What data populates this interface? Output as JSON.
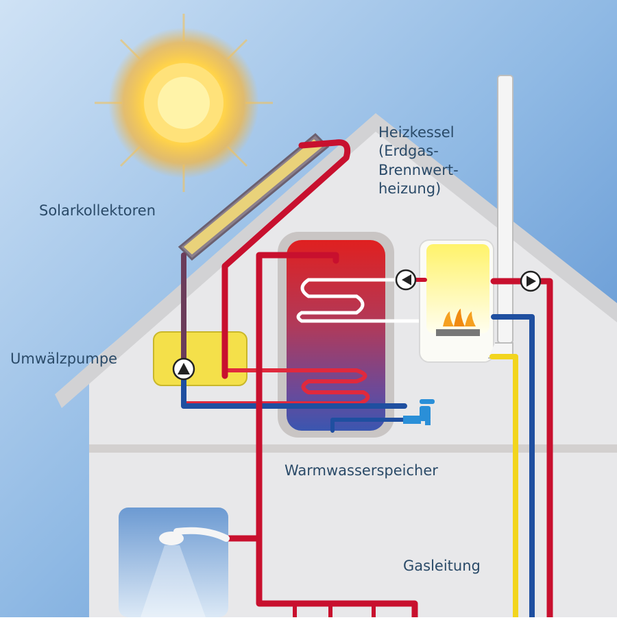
{
  "labels": {
    "solar": "Solarkollektoren",
    "boiler": [
      "Heizkessel",
      "(Erdgas-",
      "Brennwert-",
      "heizung)"
    ],
    "pump": "Umwälzpumpe",
    "tank": "Warmwasserspeicher",
    "gas": "Gasleitung"
  },
  "colors": {
    "sky_top": "#6a9fd8",
    "sky_bottom": "#c8def3",
    "house": "#e9e9ea",
    "roof_edge": "#d4d4d4",
    "hot_pipe": "#c8102e",
    "cold_pipe": "#1f4fa0",
    "mixed_pipe": "#6b3c5a",
    "gas_pipe": "#f2d51e",
    "pump_box": "#f4e04a",
    "label_text": "#2a4a68"
  },
  "icons": [
    "sun-icon",
    "pump-icon",
    "faucet-icon",
    "shower-icon",
    "flame-icon"
  ]
}
